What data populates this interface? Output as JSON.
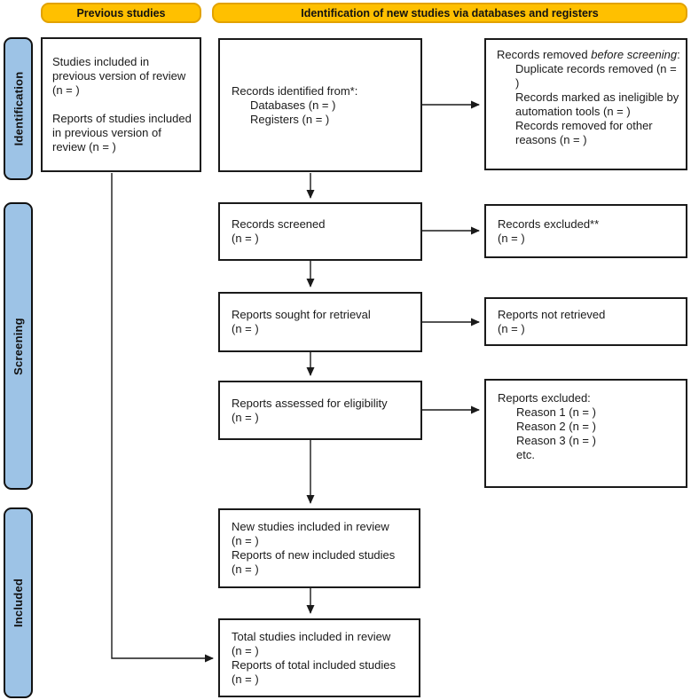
{
  "colors": {
    "header_fill": "#FFC000",
    "header_border": "#E2A200",
    "stage_fill": "#9DC3E6",
    "box_border": "#1a1a1a",
    "arrow": "#1a1a1a"
  },
  "headers": {
    "previous": "Previous studies",
    "new": "Identification of new studies via databases and registers"
  },
  "stages": [
    {
      "label": "Identification"
    },
    {
      "label": "Screening"
    },
    {
      "label": "Included"
    }
  ],
  "boxes": {
    "previous_studies": {
      "para1": "Studies included in previous version of review (n = )",
      "para2": "Reports of studies included in previous version of review (n = )"
    },
    "records_identified": {
      "title": "Records identified from*:",
      "items": [
        "Databases (n = )",
        "Registers (n = )"
      ]
    },
    "records_removed": {
      "title_prefix": "Records removed ",
      "title_italic": "before screening",
      "title_suffix": ":",
      "items": [
        "Duplicate records removed (n = )",
        "Records marked as ineligible by automation tools (n = )",
        "Records removed for other reasons (n = )"
      ]
    },
    "records_screened": {
      "line1": "Records screened",
      "line2": "(n = )"
    },
    "records_excluded": {
      "line1": "Records excluded**",
      "line2": "(n = )"
    },
    "reports_sought": {
      "line1": "Reports sought for retrieval",
      "line2": "(n = )"
    },
    "reports_not_retrieved": {
      "line1": "Reports not retrieved",
      "line2": "(n = )"
    },
    "reports_assessed": {
      "line1": "Reports assessed for eligibility",
      "line2": "(n = )"
    },
    "reports_excluded": {
      "title": "Reports excluded:",
      "items": [
        "Reason 1 (n = )",
        "Reason 2 (n = )",
        "Reason 3 (n = )",
        "etc."
      ]
    },
    "new_studies": {
      "lines": [
        "New studies included in review",
        "(n = )",
        "Reports of new included studies",
        "(n = )"
      ]
    },
    "total_studies": {
      "lines": [
        "Total studies included in review",
        "(n = )",
        "Reports of total included studies",
        "(n = )"
      ]
    }
  }
}
